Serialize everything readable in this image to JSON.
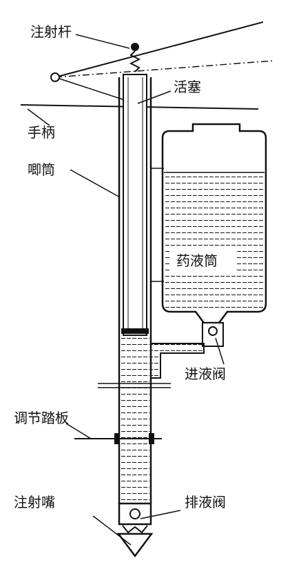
{
  "labels": {
    "injection_rod": "注射杆",
    "piston": "活塞",
    "handle": "手柄",
    "pump_cylinder": "唧筒",
    "liquid_tank": "药液筒",
    "inlet_valve": "进液阀",
    "adjust_pedal": "调节踏板",
    "nozzle": "注射嘴",
    "outlet_valve": "排液阀"
  },
  "colors": {
    "ink": "#111111",
    "background": "#ffffff"
  }
}
